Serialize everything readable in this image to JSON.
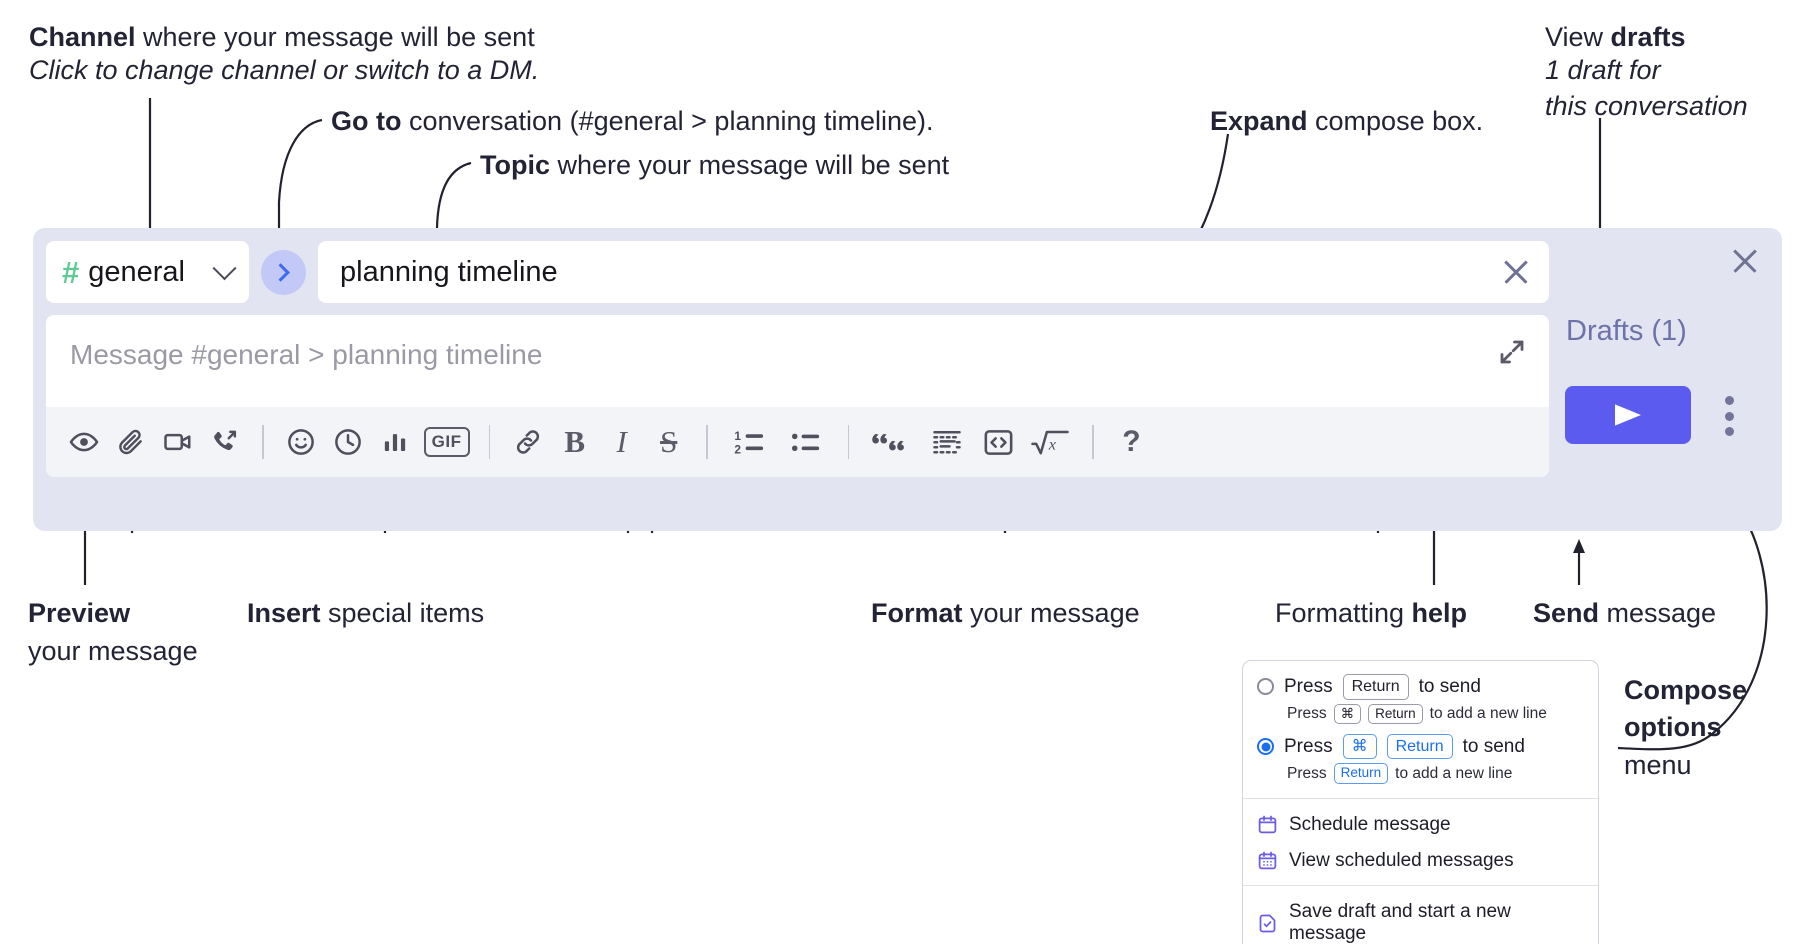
{
  "annotations": {
    "channel": {
      "bold": "Channel",
      "rest": " where your message will be sent",
      "sub": "Click to change channel or switch to a DM."
    },
    "goto": {
      "bold": "Go to",
      "rest": " conversation (#general > planning timeline)."
    },
    "topic": {
      "bold": "Topic",
      "rest": " where your message will be sent"
    },
    "expand": {
      "bold": "Expand",
      "rest": " compose box."
    },
    "drafts": {
      "lead": "View ",
      "bold": "drafts",
      "sub1": "1 draft for",
      "sub2": "this conversation"
    },
    "preview": {
      "bold": "Preview",
      "sub": "your message"
    },
    "insert": {
      "bold": "Insert",
      "rest": " special items"
    },
    "format": {
      "bold": "Format",
      "rest": " your message"
    },
    "formatting_help": {
      "lead": "Formatting ",
      "bold": "help"
    },
    "send": {
      "bold": "Send",
      "rest": " message"
    },
    "compose_options": {
      "bold1": "Compose",
      "bold2": "options",
      "rest": "menu"
    }
  },
  "compose": {
    "channel_name": "general",
    "hash_glyph": "#",
    "topic_value": "planning timeline",
    "message_placeholder": "Message #general > planning timeline",
    "drafts_label": "Drafts (1)",
    "gif_label": "GIF",
    "help_label": "?",
    "bold_label": "B",
    "italic_label": "I",
    "strike_label": "S",
    "toolbar_icons": [
      "eye-icon",
      "paperclip-icon",
      "video-camera-icon",
      "phone-forward-icon",
      "emoji-icon",
      "clock-icon",
      "bar-chart-icon",
      "gif-icon",
      "link-icon",
      "bold-icon",
      "italic-icon",
      "strikethrough-icon",
      "ordered-list-icon",
      "bulleted-list-icon",
      "blockquote-icon",
      "code-block-icon",
      "inline-code-icon",
      "math-icon",
      "help-icon"
    ]
  },
  "dropdown": {
    "option1": {
      "press": "Press",
      "key": "Return",
      "tail": "to send",
      "sub_press": "Press",
      "sub_key1": "⌘",
      "sub_key2": "Return",
      "sub_tail": "to add a new line",
      "selected": false
    },
    "option2": {
      "press": "Press",
      "key1": "⌘",
      "key2": "Return",
      "tail": "to send",
      "sub_press": "Press",
      "sub_key": "Return",
      "sub_tail": "to add a new line",
      "selected": true
    },
    "items": [
      {
        "label": "Schedule message",
        "icon": "calendar-icon"
      },
      {
        "label": "View scheduled messages",
        "icon": "calendar-grid-icon"
      },
      {
        "label": "Save draft and start a new message",
        "icon": "file-check-icon"
      }
    ]
  },
  "colors": {
    "compose_bg": "#e2e4f1",
    "send_purple": "#5b5bef",
    "hash_green": "#5ecb92",
    "goto_blue": "#3d6af0",
    "drafts_text": "#6d72a8",
    "menu_icon_purple": "#6b5ce7",
    "radio_blue": "#1a6ff0"
  }
}
